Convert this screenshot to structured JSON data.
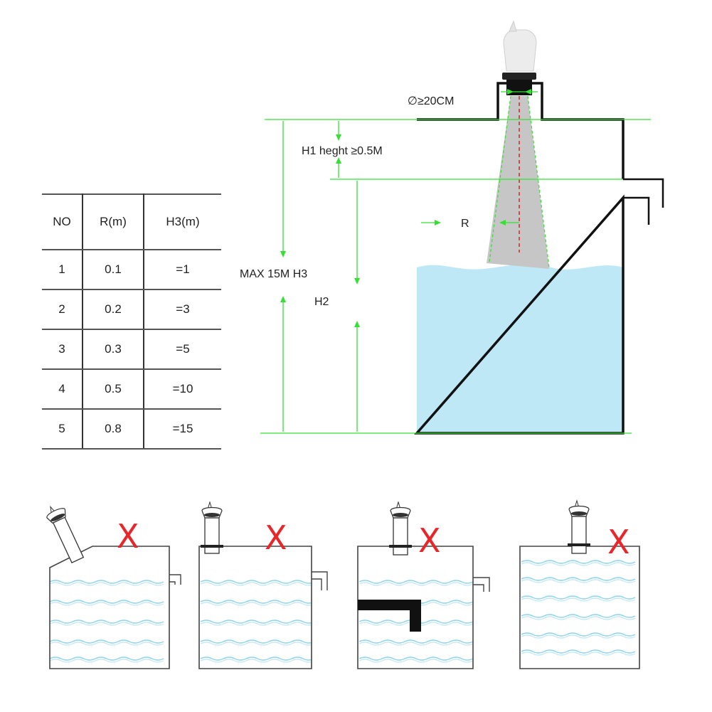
{
  "main_diagram": {
    "diameter_label": "∅≥20CM",
    "h1_label": "H1 heght ≥0.5M",
    "r_label": "R",
    "h3_label": "MAX 15M H3",
    "h2_label": "H2"
  },
  "table": {
    "headers": [
      "NO",
      "R(m)",
      "H3(m)"
    ],
    "rows": [
      [
        "1",
        "0.1",
        "=1"
      ],
      [
        "2",
        "0.2",
        "=3"
      ],
      [
        "3",
        "0.3",
        "=5"
      ],
      [
        "4",
        "0.5",
        "=10"
      ],
      [
        "5",
        "0.8",
        "=15"
      ]
    ]
  },
  "colors": {
    "guide_green": "#35e035",
    "water_blue": "#bfe8f7",
    "beam_gray": "#c4c4c4",
    "wrong_mark_red": "#e8262a",
    "center_line_red": "#e02020"
  },
  "incorrect_examples": [
    {
      "mark": "X",
      "description_icon": "tilted-sensor-icon"
    },
    {
      "mark": "X",
      "description_icon": "short-nozzle-sensor-icon"
    },
    {
      "mark": "X",
      "description_icon": "obstruction-sensor-icon"
    },
    {
      "mark": "X",
      "description_icon": "overfilled-sensor-icon"
    }
  ]
}
